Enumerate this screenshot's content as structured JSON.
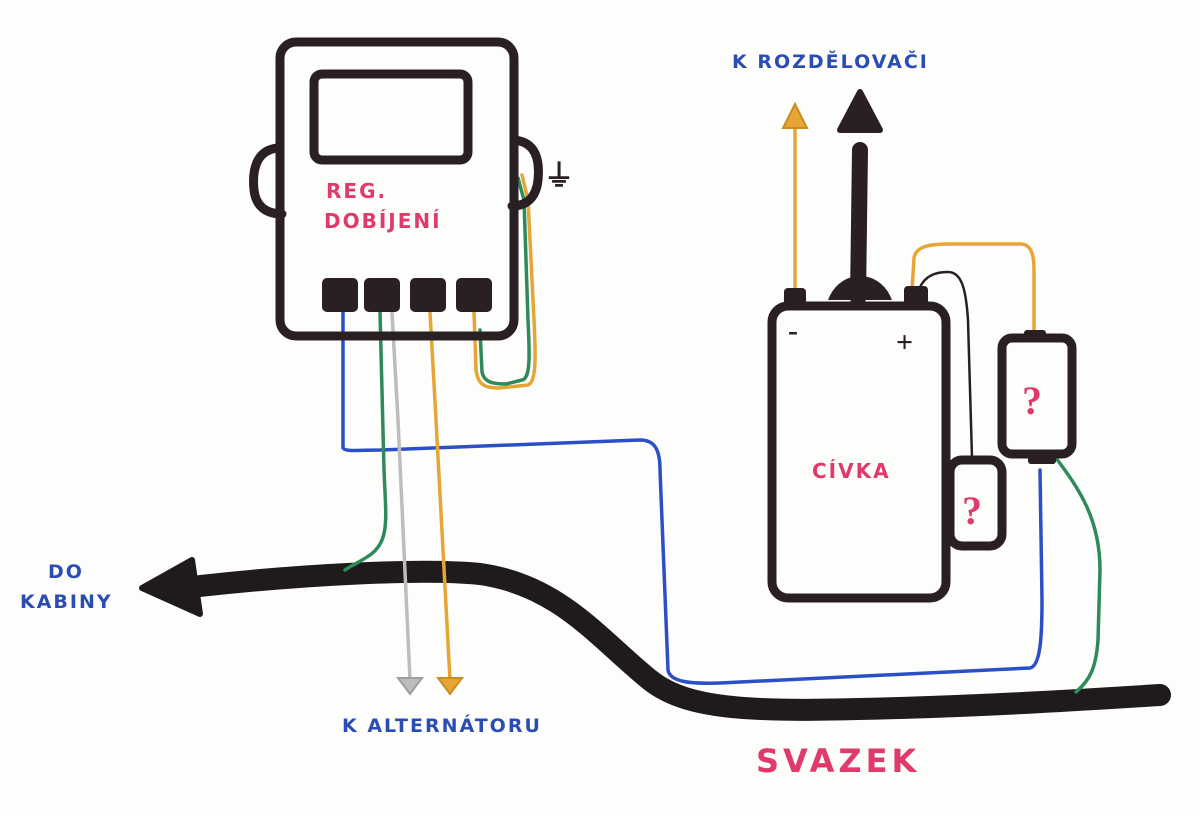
{
  "labels": {
    "regulator_line1": "REG.",
    "regulator_line2": "DOBÍJENÍ",
    "coil": "CÍVKA",
    "to_distributor": "K ROZDĚLOVAČI",
    "to_cabin_line1": "DO",
    "to_cabin_line2": "KABINY",
    "to_alternator": "K ALTERNÁTORU",
    "harness": "SVAZEK",
    "unknown_component_small": "?",
    "unknown_component_large": "?",
    "coil_minus": "-",
    "coil_plus": "+",
    "regulator_ground": "⏚"
  },
  "wire_colors": {
    "blue": "#2c4fc7",
    "green": "#2f8a5a",
    "orange": "#e6a534",
    "grey": "#bdbdbd",
    "black": "#2a1f22"
  },
  "text_colors": {
    "annotation": "#2b4db3",
    "component": "#e03a6a"
  }
}
